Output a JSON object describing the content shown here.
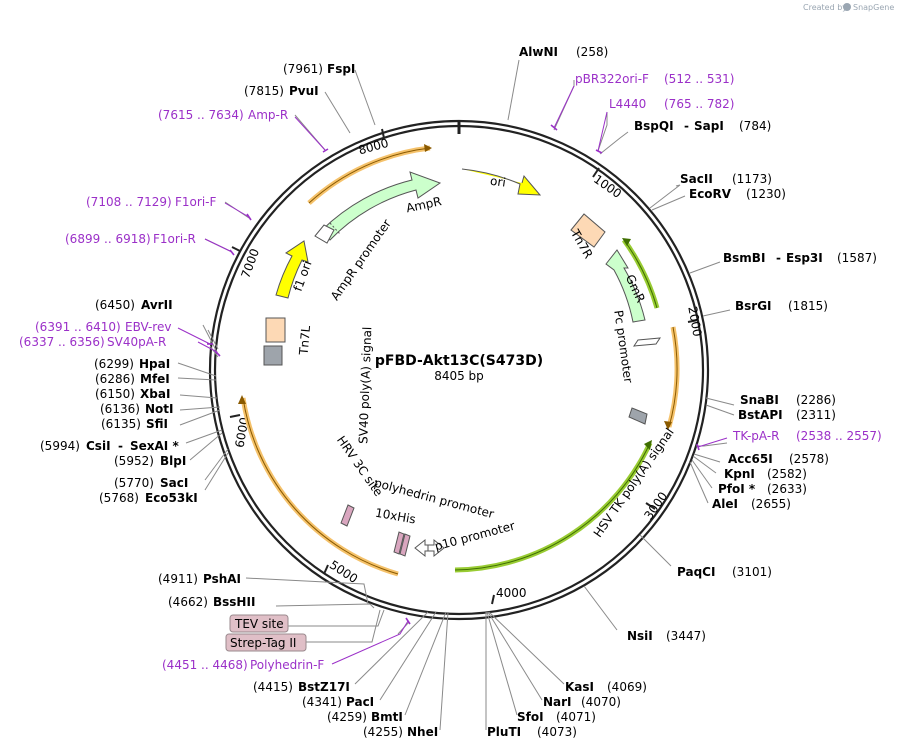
{
  "credit": {
    "text": "Created by",
    "brand": "SnapGene"
  },
  "plasmid": {
    "name": "pFBD-Akt13C(S473D)",
    "length": "8405 bp"
  },
  "ticks": [
    "1000",
    "2000",
    "3000",
    "4000",
    "5000",
    "6000",
    "7000",
    "8000"
  ],
  "sites_right": [
    {
      "name": "AlwNI",
      "pos": "(258)"
    },
    {
      "name": "BspQI",
      "sep": "-",
      "name2": "SapI",
      "pos": "(784)"
    },
    {
      "name": "SacII",
      "pos": "(1173)"
    },
    {
      "name": "EcoRV",
      "pos": "(1230)"
    },
    {
      "name": "BsmBI",
      "sep": "-",
      "name2": "Esp3I",
      "pos": "(1587)"
    },
    {
      "name": "BsrGI",
      "pos": "(1815)"
    },
    {
      "name": "SnaBI",
      "pos": "(2286)"
    },
    {
      "name": "BstAPI",
      "pos": "(2311)"
    },
    {
      "name": "Acc65I",
      "pos": "(2578)"
    },
    {
      "name": "KpnI",
      "pos": "(2582)"
    },
    {
      "name": "PfoI *",
      "pos": "(2633)"
    },
    {
      "name": "AleI",
      "pos": "(2655)"
    },
    {
      "name": "PaqCI",
      "pos": "(3101)"
    },
    {
      "name": "NsiI",
      "pos": "(3447)"
    }
  ],
  "sites_bottom": [
    {
      "name": "KasI",
      "pos": "(4069)"
    },
    {
      "name": "NarI",
      "pos": "(4070)"
    },
    {
      "name": "SfoI",
      "pos": "(4071)"
    },
    {
      "name": "PluTI",
      "pos": "(4073)"
    },
    {
      "name": "NheI",
      "pos": "(4255)"
    },
    {
      "name": "BmtI",
      "pos": "(4259)"
    },
    {
      "name": "PacI",
      "pos": "(4341)"
    },
    {
      "name": "BstZ17I",
      "pos": "(4415)"
    }
  ],
  "sites_left": [
    {
      "name": "FspI",
      "pos": "(7961)"
    },
    {
      "name": "PvuI",
      "pos": "(7815)"
    },
    {
      "name": "AvrII",
      "pos": "(6450)"
    },
    {
      "name": "HpaI",
      "pos": "(6299)"
    },
    {
      "name": "MfeI",
      "pos": "(6286)"
    },
    {
      "name": "XbaI",
      "pos": "(6150)"
    },
    {
      "name": "NotI",
      "pos": "(6136)"
    },
    {
      "name": "SfiI",
      "pos": "(6135)"
    },
    {
      "name": "CsiI",
      "sep": "-",
      "name2": "SexAI *",
      "pos": "(5994)"
    },
    {
      "name": "BlpI",
      "pos": "(5952)"
    },
    {
      "name": "SacI",
      "pos": "(5770)"
    },
    {
      "name": "Eco53kI",
      "pos": "(5768)"
    },
    {
      "name": "PshAI",
      "pos": "(4911)"
    },
    {
      "name": "BssHII",
      "pos": "(4662)"
    }
  ],
  "primers": [
    {
      "name": "pBR322ori-F",
      "pos": "(512 .. 531)"
    },
    {
      "name": "L4440",
      "pos": "(765 .. 782)"
    },
    {
      "name": "TK-pA-R",
      "pos": "(2538 .. 2557)"
    },
    {
      "name": "Amp-R",
      "pos": "(7615 .. 7634)"
    },
    {
      "name": "F1ori-F",
      "pos": "(7108 .. 7129)"
    },
    {
      "name": "F1ori-R",
      "pos": "(6899 .. 6918)"
    },
    {
      "name": "EBV-rev",
      "pos": "(6391 .. 6410)"
    },
    {
      "name": "SV40pA-R",
      "pos": "(6337 .. 6356)"
    },
    {
      "name": "Polyhedrin-F",
      "pos": "(4451 .. 4468)"
    }
  ],
  "boxed_features": [
    "TEV site",
    "Strep-Tag II"
  ],
  "features": {
    "ori": "ori",
    "ampr": "AmpR",
    "ampr_promoter": "AmpR promoter",
    "f1_ori": "f1 ori",
    "tn7r": "Tn7R",
    "gmr": "GmR",
    "pc_promoter": "Pc promoter",
    "tn7l": "Tn7L",
    "sv40": "SV40 poly(A) signal",
    "hsv": "HSV TK poly(A) signal",
    "hrv": "HRV 3C site",
    "polyhedrin": "polyhedrin promoter",
    "his": "10xHis",
    "p10": "p10 promoter"
  },
  "colors": {
    "backbone": "#222222",
    "primer": "#9b30c8",
    "ori": "#ffff00",
    "resistance": "#ccffcc",
    "orange_arc": "#f5c26b",
    "green_arc": "#99cc33",
    "terminator": "#9ea4ab",
    "tn7": "#fdd9b5",
    "boxed": "#e0bfc7"
  }
}
